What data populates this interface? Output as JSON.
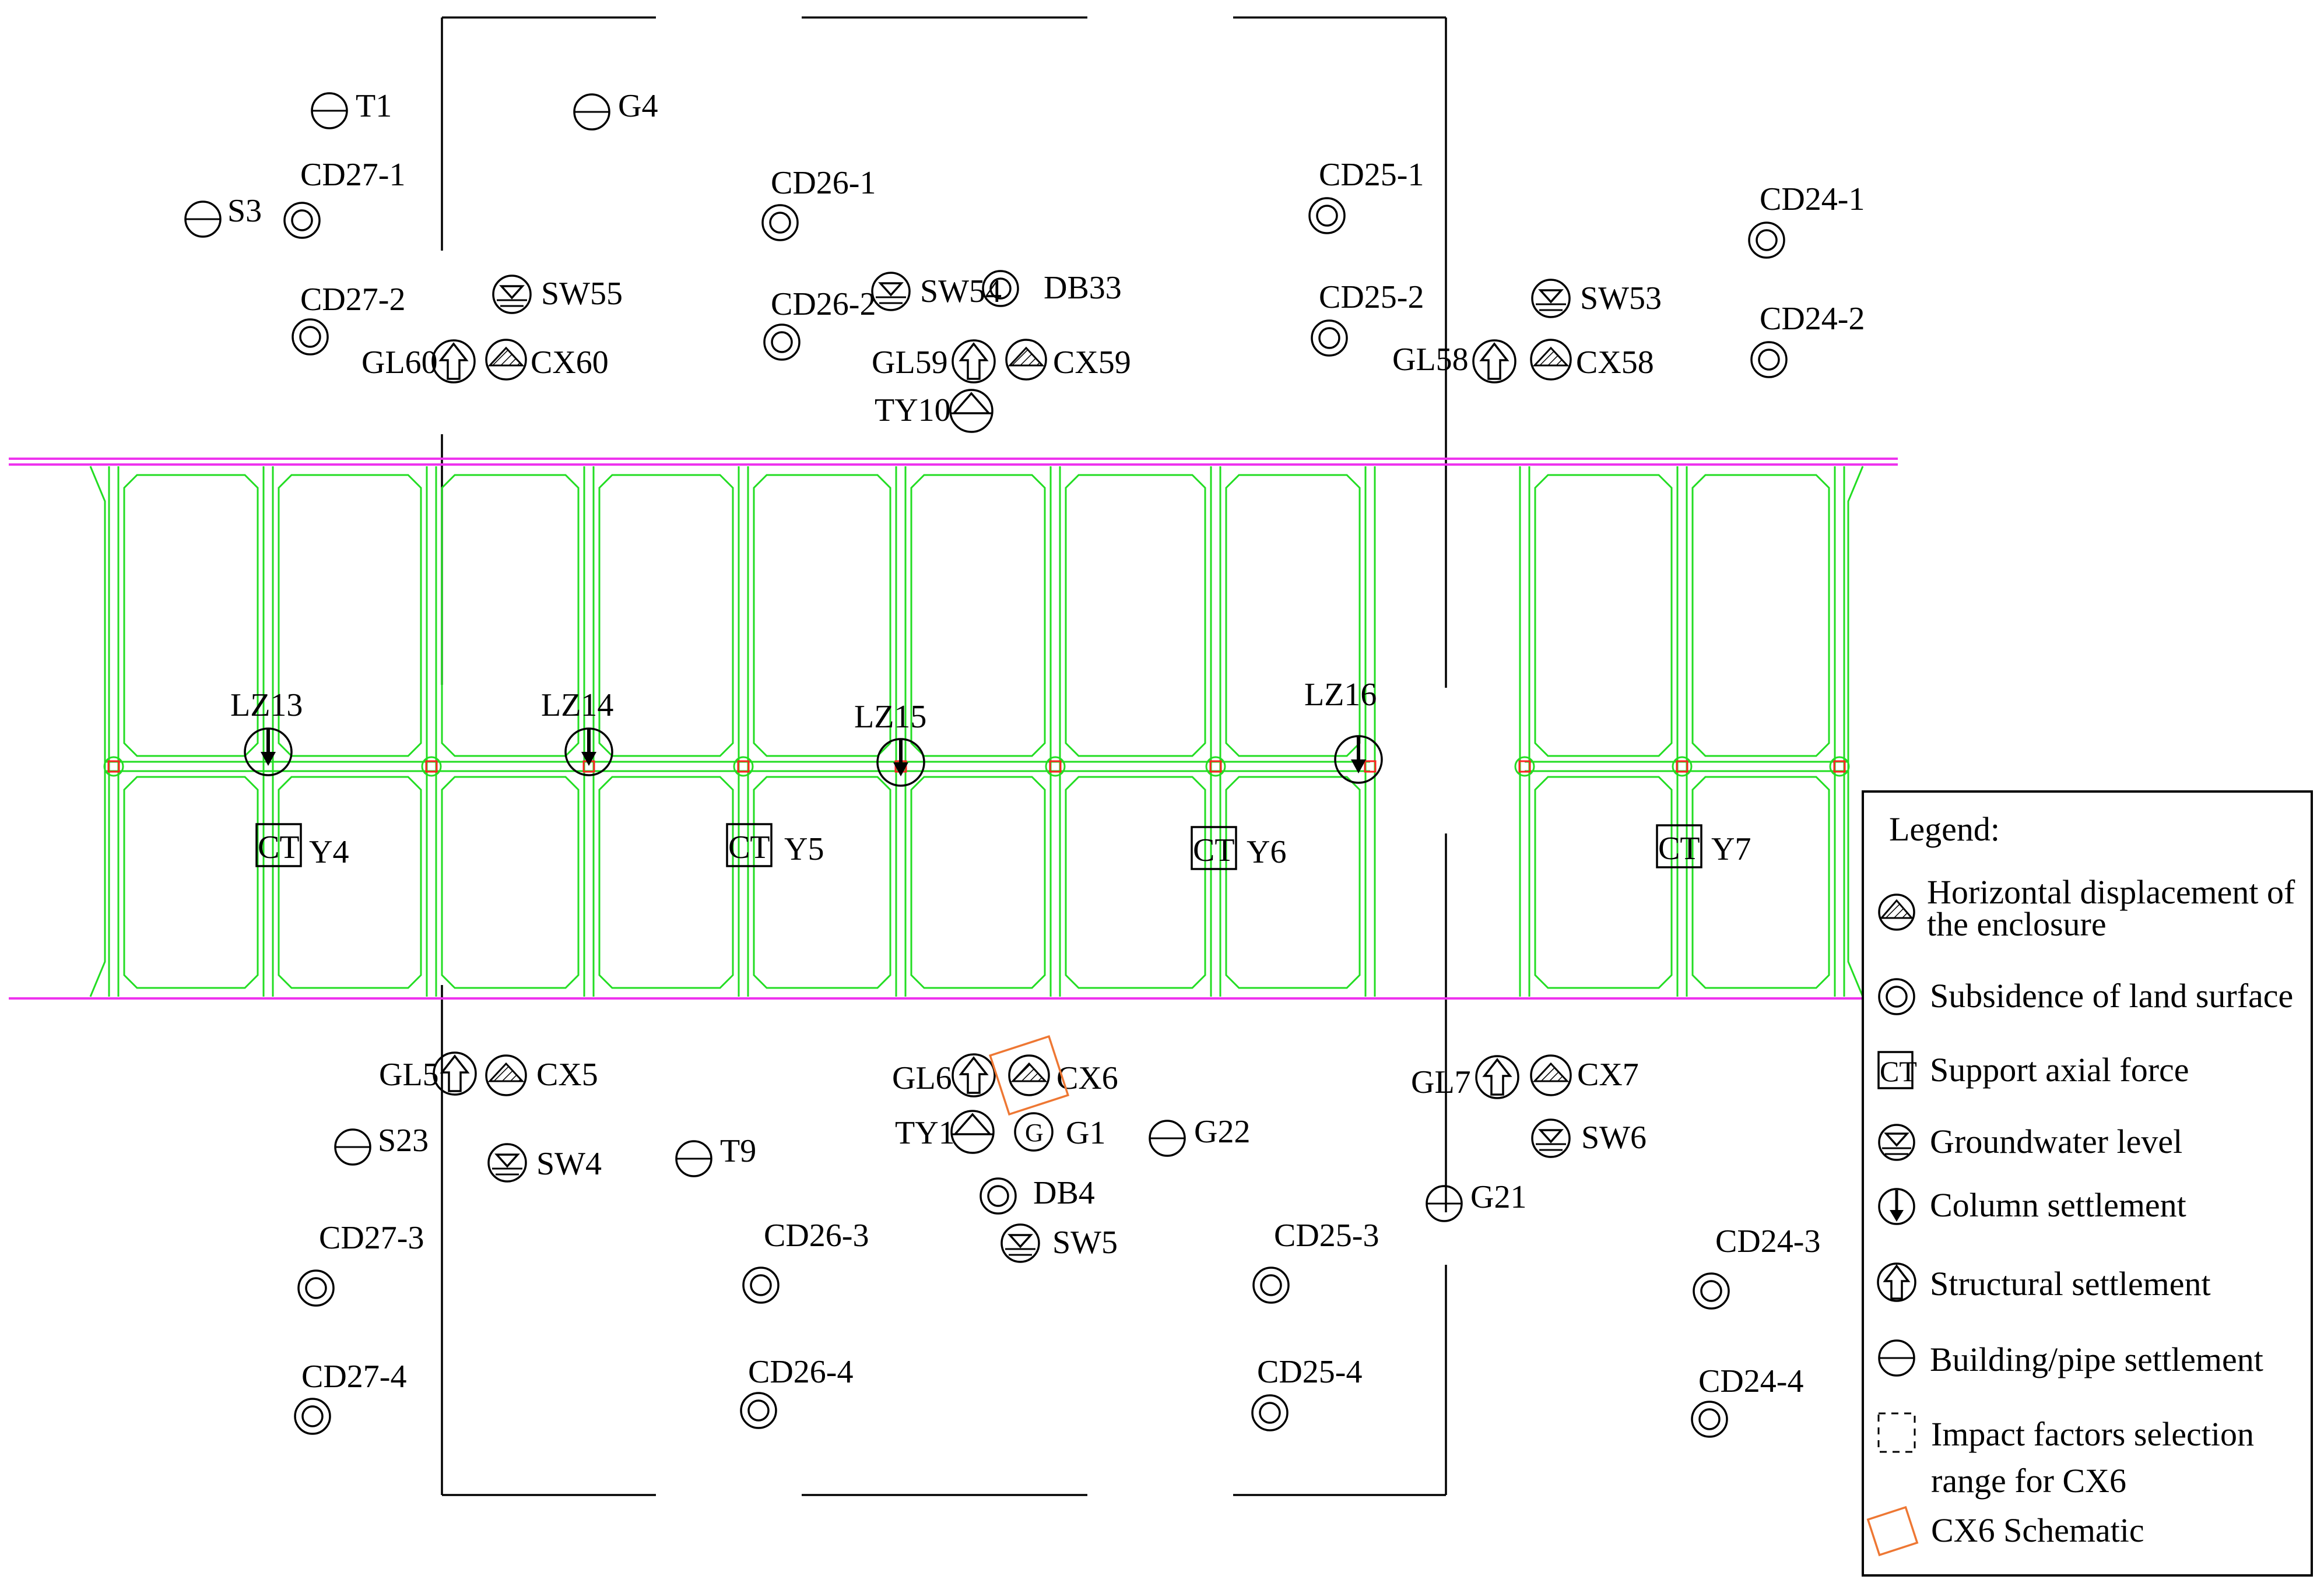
{
  "colors": {
    "enclosure": "#ee33ee",
    "structure": "#22dd22",
    "node": "#ff2222",
    "highlight": "#ee7733"
  },
  "labels": {
    "T1": "T1",
    "G4": "G4",
    "S3": "S3",
    "CD27-1": "CD27-1",
    "CD26-1": "CD26-1",
    "CD25-1": "CD25-1",
    "CD24-1": "CD24-1",
    "CD27-2": "CD27-2",
    "CD26-2": "CD26-2",
    "CD25-2": "CD25-2",
    "CD24-2": "CD24-2",
    "SW55": "SW55",
    "SW54": "SW54",
    "DB33": "DB33",
    "SW53": "SW53",
    "GL60": "GL60",
    "CX60": "CX60",
    "GL59": "GL59",
    "CX59": "CX59",
    "GL58": "GL58",
    "CX58": "CX58",
    "TY10": "TY10",
    "LZ13": "LZ13",
    "LZ14": "LZ14",
    "LZ15": "LZ15",
    "LZ16": "LZ16",
    "Y4": "Y4",
    "Y5": "Y5",
    "Y6": "Y6",
    "Y7": "Y7",
    "GL5": "GL5",
    "CX5": "CX5",
    "GL6": "GL6",
    "CX6": "CX6",
    "GL7": "GL7",
    "CX7": "CX7",
    "TY1": "TY1",
    "G1": "G1",
    "G22": "G22",
    "SW6": "SW6",
    "S23": "S23",
    "SW4": "SW4",
    "T9": "T9",
    "DB4": "DB4",
    "G21": "G21",
    "SW5": "SW5",
    "CD27-3": "CD27-3",
    "CD26-3": "CD26-3",
    "CD25-3": "CD25-3",
    "CD24-3": "CD24-3",
    "CD27-4": "CD27-4",
    "CD26-4": "CD26-4",
    "CD25-4": "CD25-4",
    "CD24-4": "CD24-4"
  },
  "symbol_text": {
    "ct": "CT",
    "g": "G"
  },
  "legend": {
    "title": "Legend:",
    "items": {
      "horizontal_displacement_1": "Horizontal displacement of",
      "horizontal_displacement_2": "the enclosure",
      "subsidence": "Subsidence of land surface",
      "support_axial": "Support axial force",
      "groundwater": "Groundwater level",
      "column_settlement": "Column settlement",
      "structural_settlement": "Structural settlement",
      "building_pipe": "Building/pipe settlement",
      "impact_range_1": "Impact factors selection",
      "impact_range_2": "range for CX6",
      "cx6_schematic": "CX6 Schematic"
    }
  }
}
